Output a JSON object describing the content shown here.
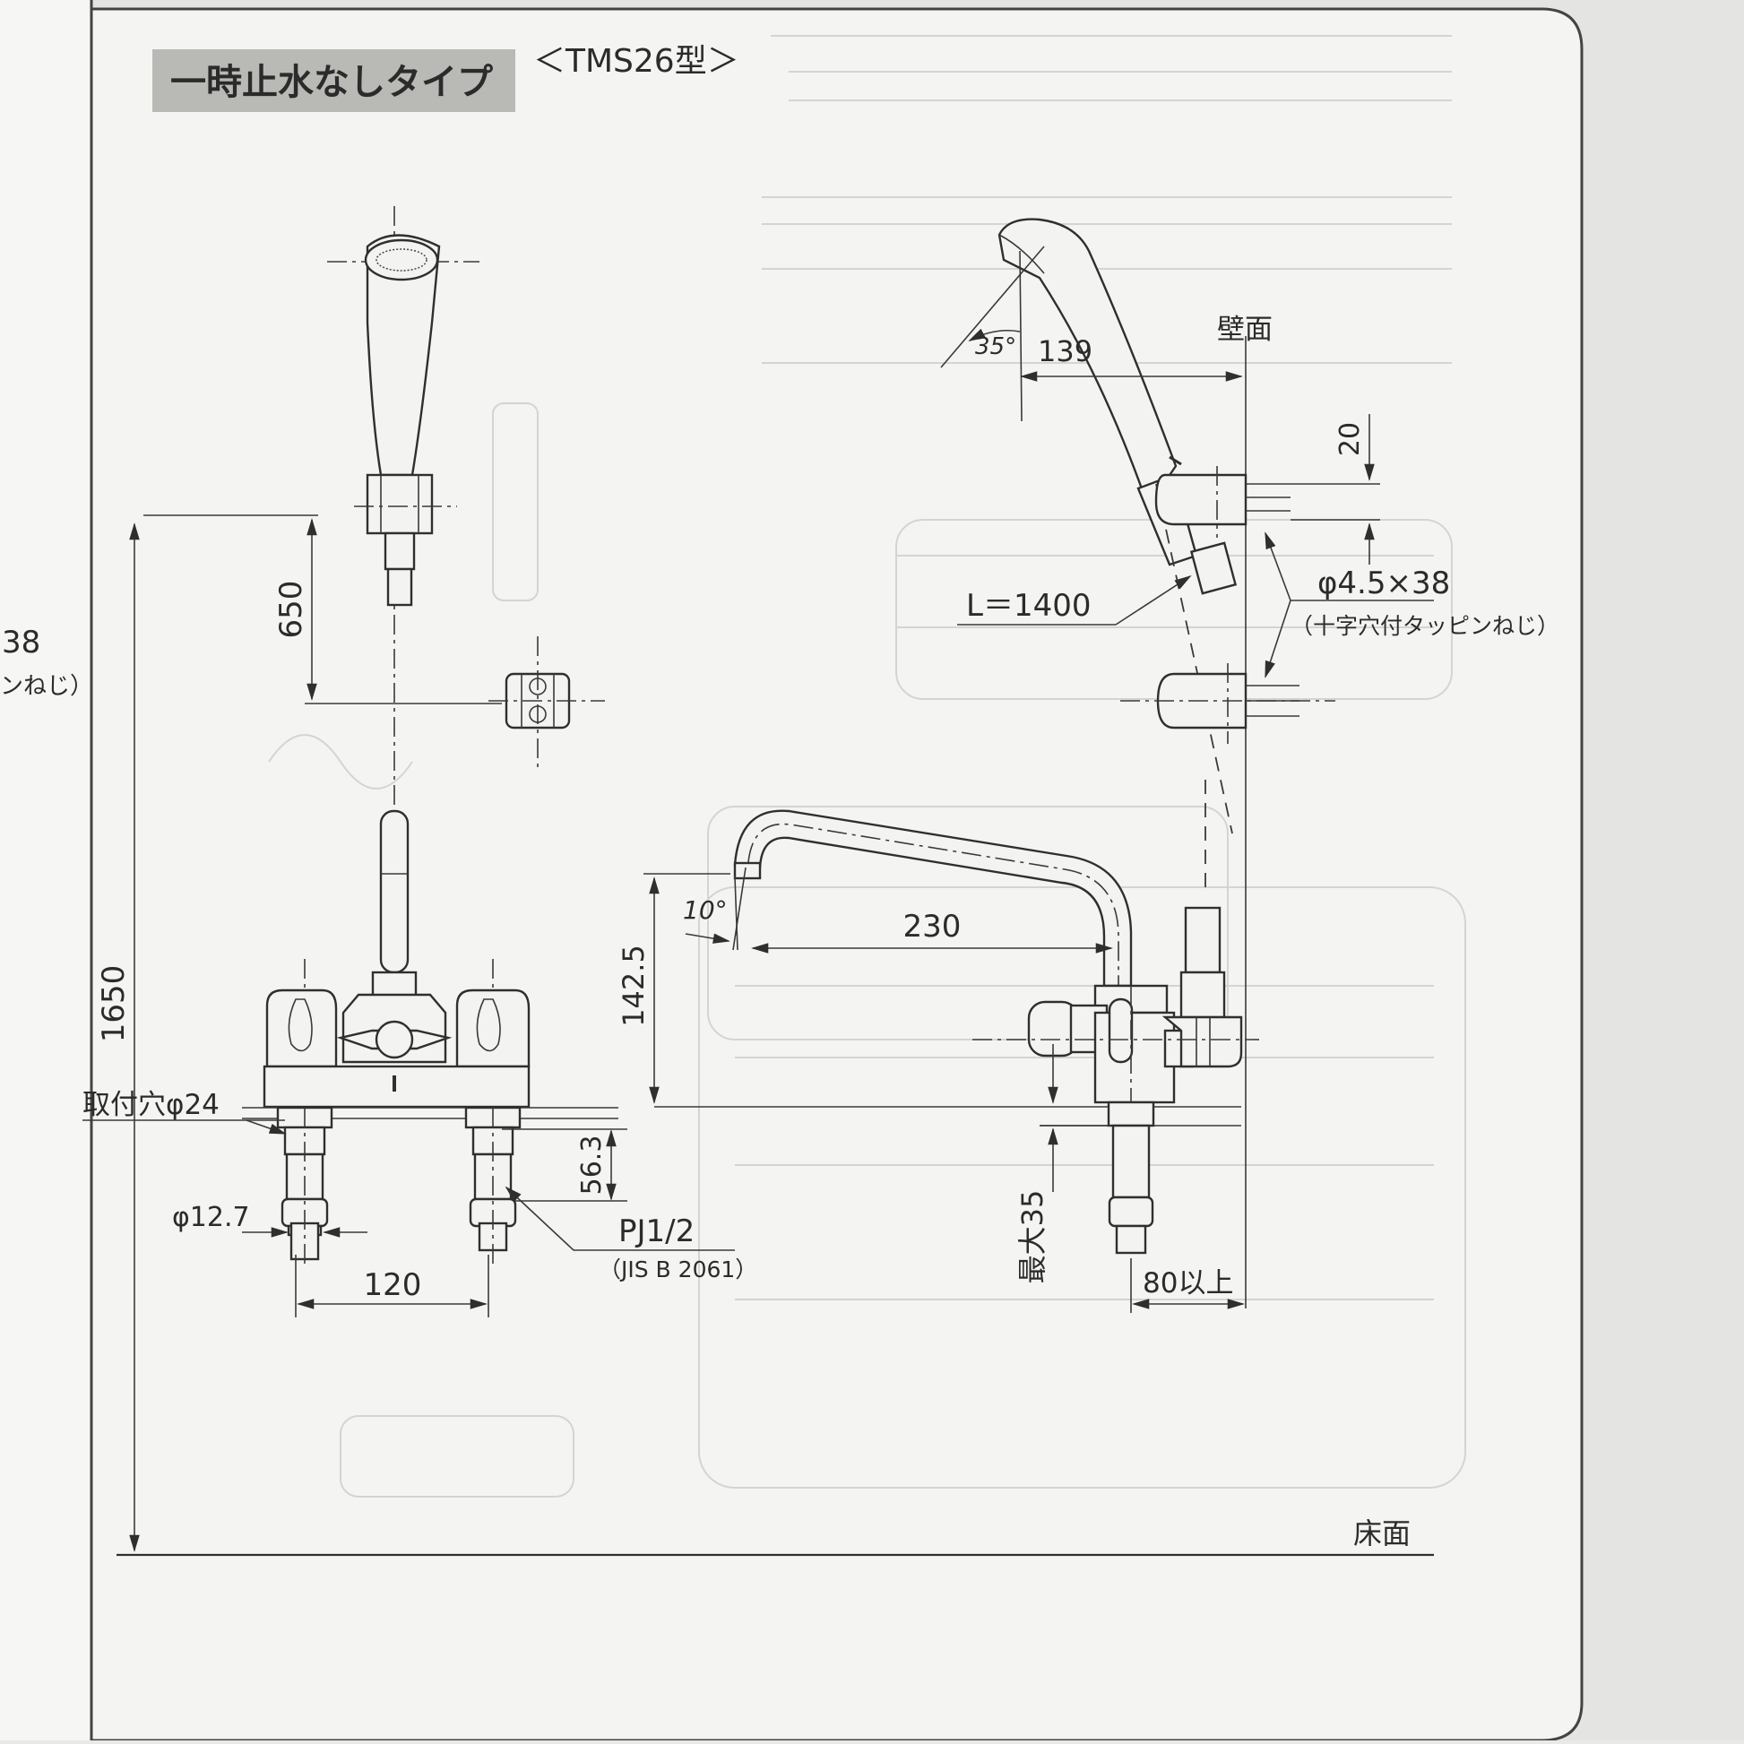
{
  "header": {
    "type_label": "一時止水なしタイプ",
    "model_label": "＜TMS26型＞"
  },
  "left_edge": {
    "cut_dimension": "38",
    "cut_note": "ンねじ）"
  },
  "front_view": {
    "height_total": "1650",
    "holder_height": "650",
    "mount_hole": "取付穴φ24",
    "pipe_diameter": "φ12.7",
    "thread_length": "56.3",
    "thread_spec": "PJ1/2",
    "thread_standard": "（JIS B 2061）",
    "inlet_pitch": "120"
  },
  "side_view": {
    "wall_label": "壁面",
    "head_angle": "35°",
    "head_offset": "139",
    "bracket_gap": "20",
    "hose_length": "L＝1400",
    "screw_size": "φ4.5×38",
    "screw_type": "（十字穴付タッピンねじ）",
    "spout_angle": "10°",
    "spout_reach": "230",
    "spout_height": "142.5",
    "deck_thickness": "最大35",
    "wall_clearance": "80以上",
    "floor_label": "床面"
  },
  "colors": {
    "paper": "#f4f4f2",
    "ink": "#2f2f2f",
    "header_band": "#b9b9b6"
  }
}
